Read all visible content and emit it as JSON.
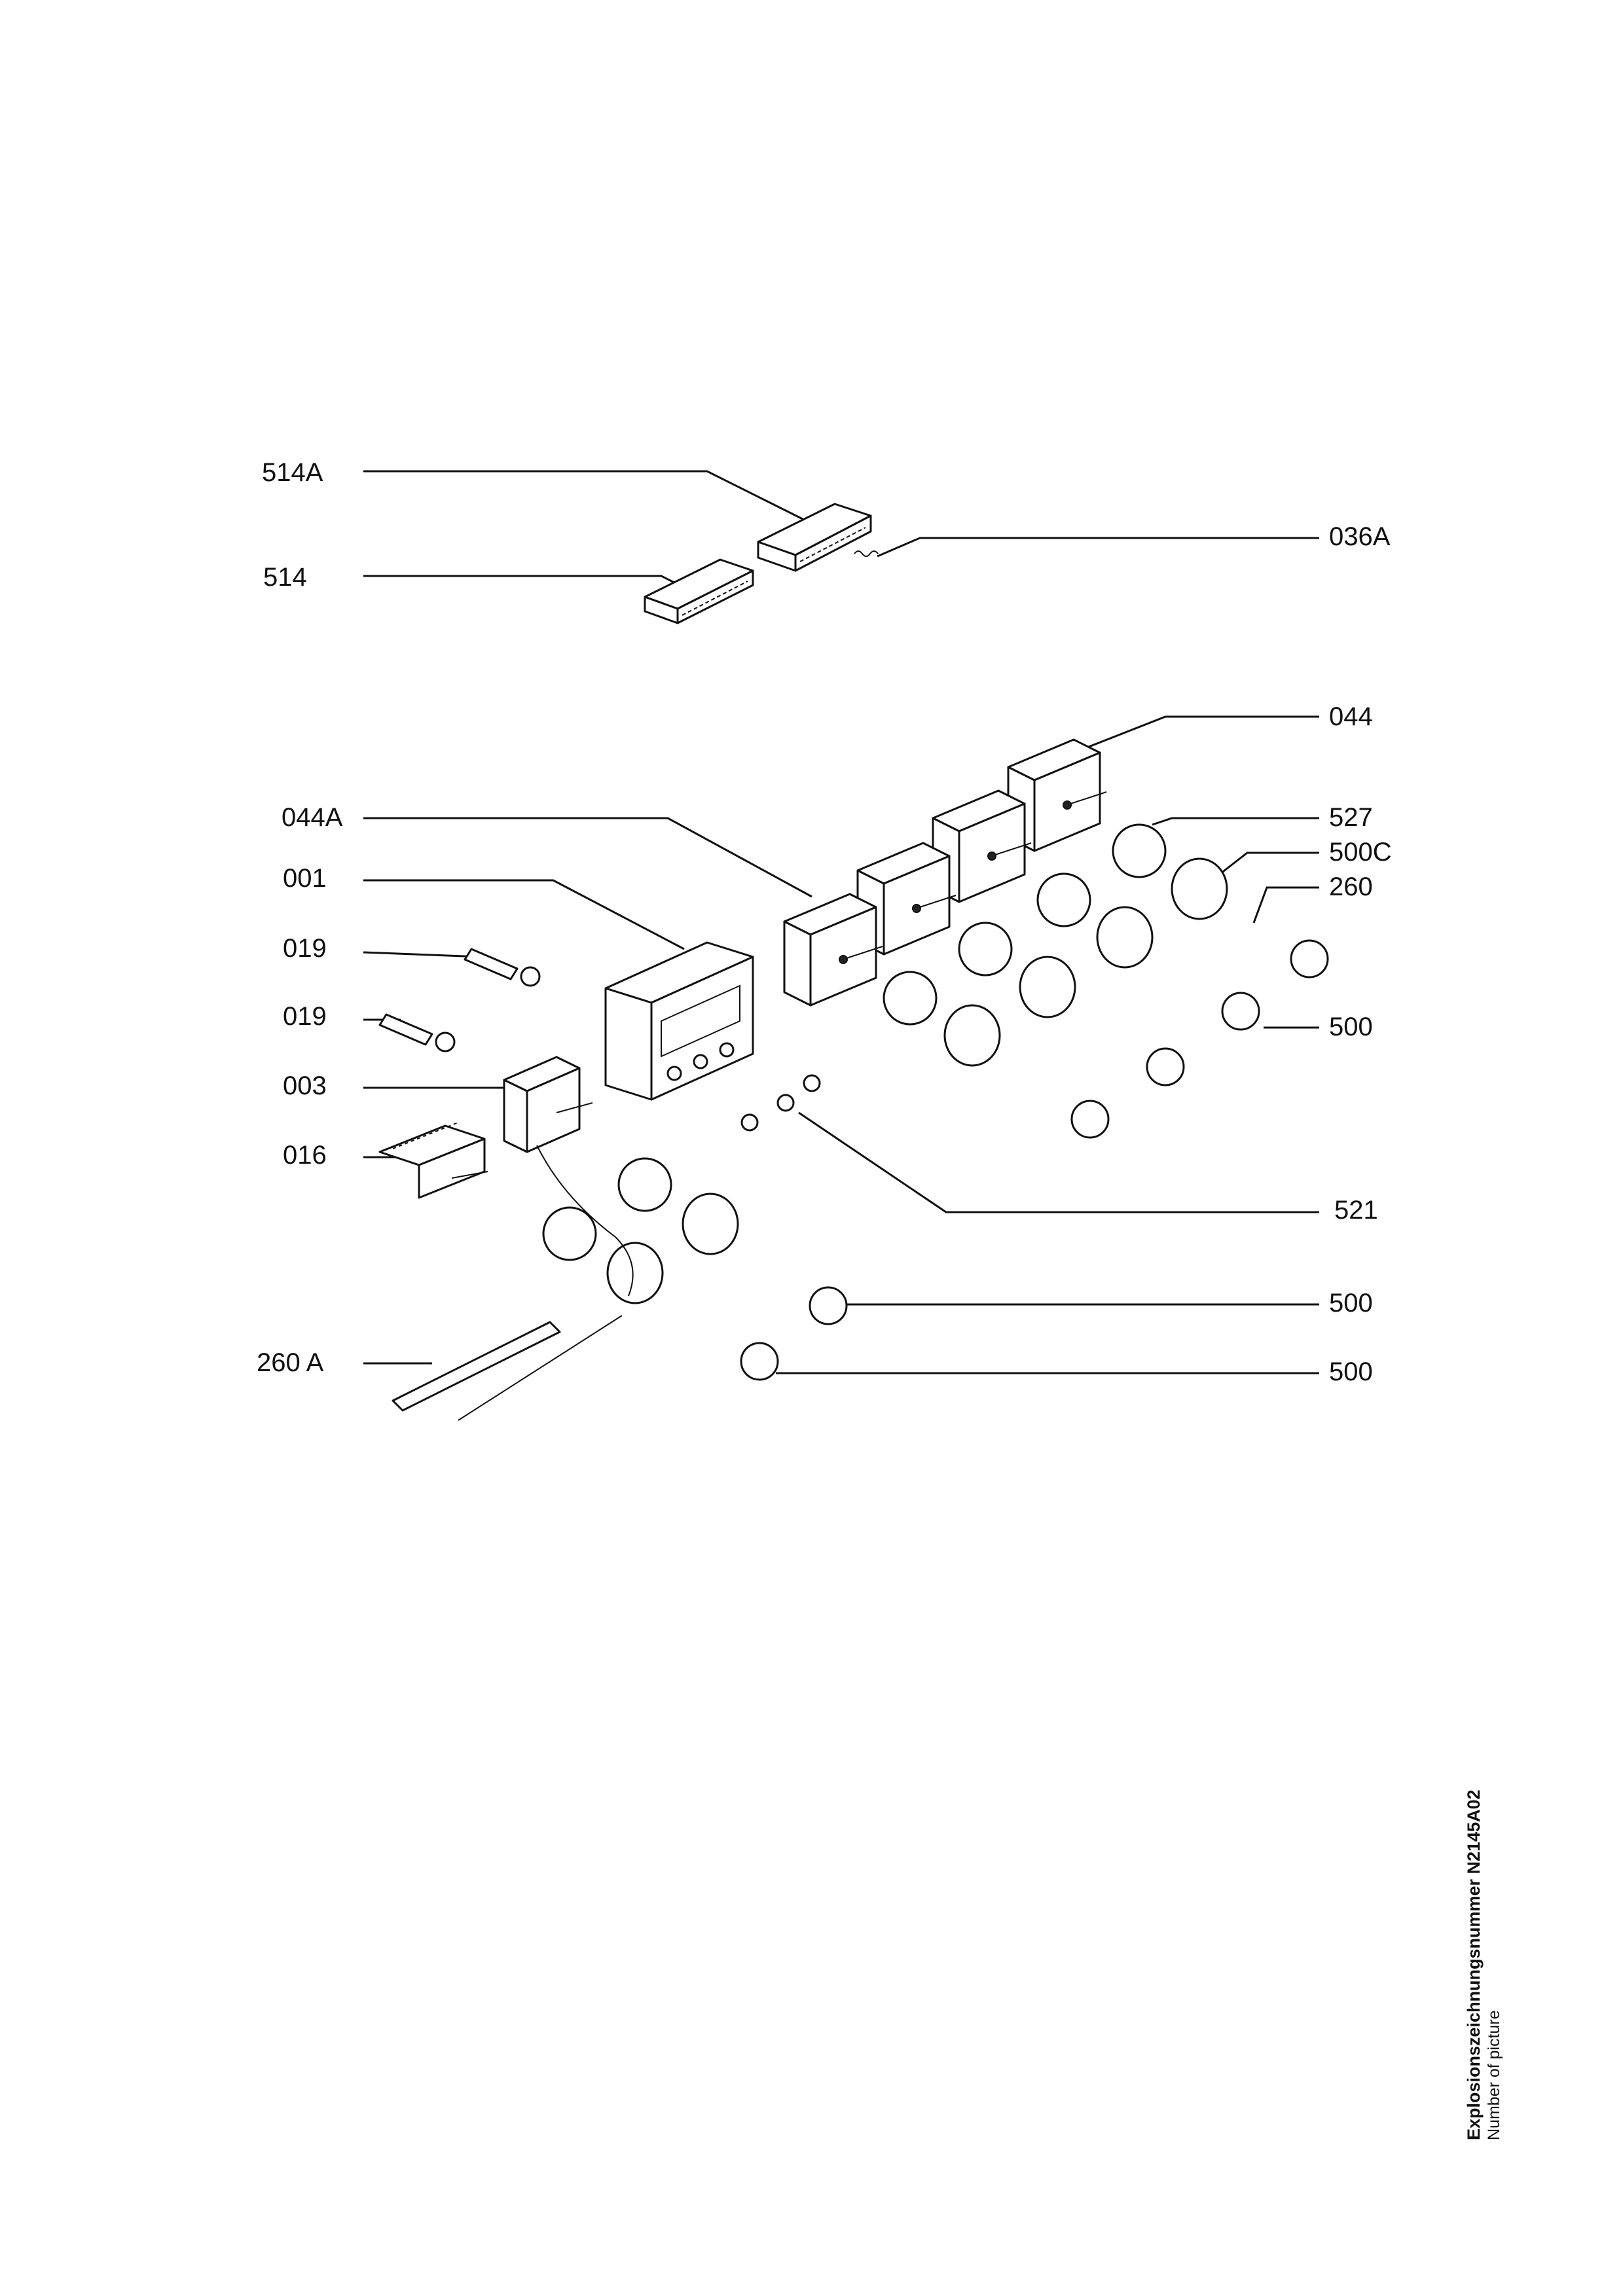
{
  "labels": {
    "l514A": "514A",
    "l514": "514",
    "l036A": "036A",
    "l044": "044",
    "l044A": "044A",
    "l527": "527",
    "l500C": "500C",
    "l260": "260",
    "l001": "001",
    "l019a": "019",
    "l019b": "019",
    "l500a": "500",
    "l003": "003",
    "l016": "016",
    "l521": "521",
    "l500b": "500",
    "l500c": "500",
    "l260A": "260 A"
  },
  "caption": {
    "title": "Explosionszeichnungsnummer  N2145A02",
    "subtitle": "Number of picture"
  }
}
